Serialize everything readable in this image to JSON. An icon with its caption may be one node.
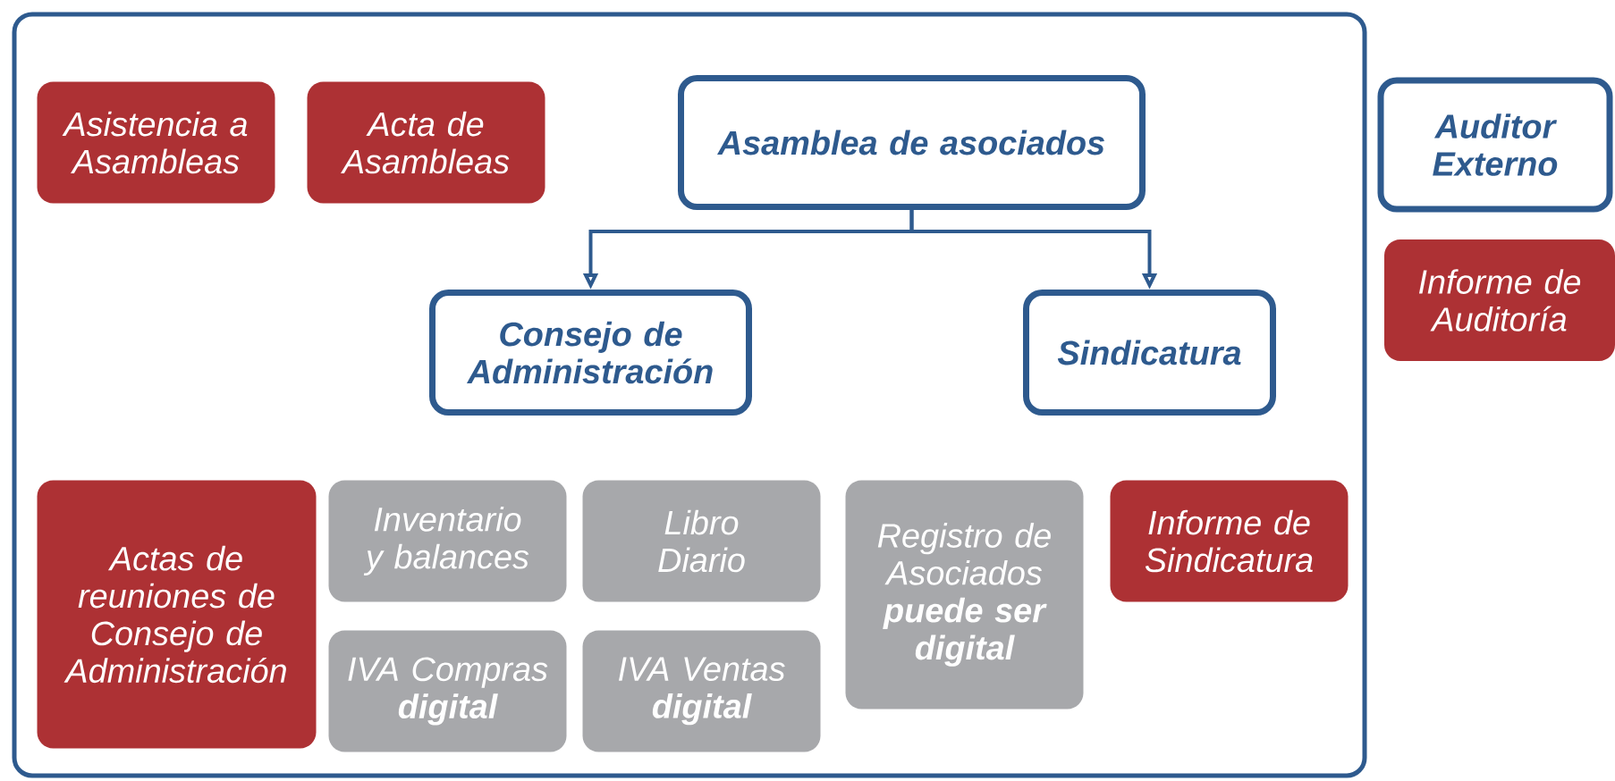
{
  "diagram": {
    "nodes": [
      {
        "text": [],
        "shape": "box"
      },
      {
        "text": [
          "Asistencia a Asambleas"
        ],
        "in": 0
      },
      {
        "text": [
          "Acta de Asambleas"
        ],
        "in": 0
      },
      {
        "text": [
          "Asamblea de asociados"
        ],
        "in": 0
      },
      {
        "text": [
          "Consejo de Administración"
        ],
        "in": 0
      },
      {
        "text": [
          "Sindicatura"
        ],
        "in": 0
      },
      {
        "text": [
          "Actas de reuniones de Consejo de Administración"
        ],
        "in": 0
      },
      {
        "text": [
          "Inventario y balances"
        ],
        "in": 0
      },
      {
        "text": [
          "Libro Diario"
        ],
        "in": 0
      },
      {
        "text": [
          "IVA Compras **digital**"
        ],
        "in": 0
      },
      {
        "text": [
          "IVA Ventas **digital**"
        ],
        "in": 0
      },
      {
        "text": [
          "Registro de Asociados **puede ser digital**"
        ],
        "in": 0
      },
      {
        "text": [
          "Informe de Sindicatura"
        ],
        "in": 0
      },
      {
        "text": [
          "Auditor Externo"
        ]
      },
      {
        "text": [
          "Informe de Auditoría"
        ]
      }
    ],
    "edges": [
      {
        "from": 3,
        "to": 4,
        "arrow": "to"
      },
      {
        "from": 3,
        "to": 5,
        "arrow": "to"
      }
    ]
  }
}
